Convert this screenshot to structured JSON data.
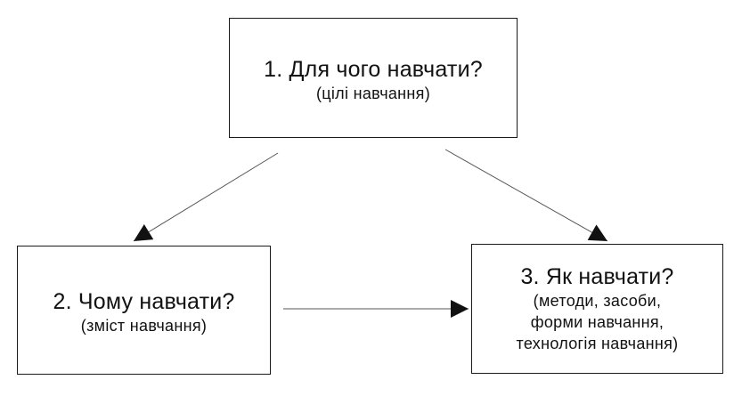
{
  "diagram": {
    "box_goals": {
      "title": "1. Для чого навчати?",
      "subtitle": "(цілі навчання)"
    },
    "box_content": {
      "title": "2. Чому навчати?",
      "subtitle": "(зміст навчання)"
    },
    "box_methods": {
      "title": "3. Як навчати?",
      "lines": [
        "(методи, засоби,",
        "форми навчання,",
        "технологія навчання)"
      ]
    }
  }
}
